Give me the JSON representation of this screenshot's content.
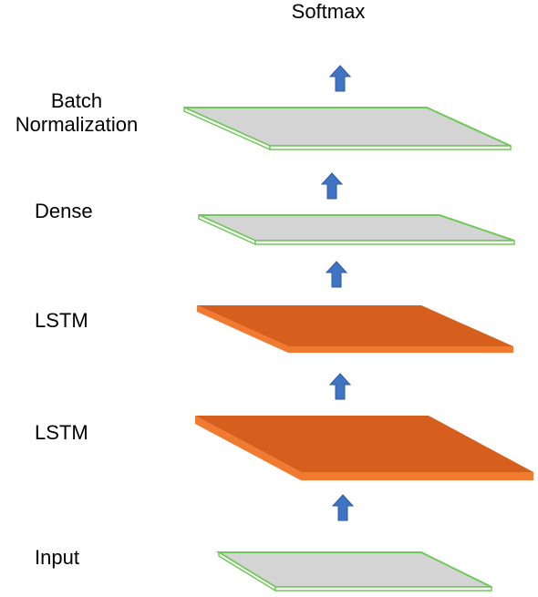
{
  "diagram": {
    "labels": {
      "output": "Softmax",
      "batch_norm": "Batch Normalization",
      "dense": "Dense",
      "lstm_upper": "LSTM",
      "lstm_lower": "LSTM",
      "input": "Input"
    },
    "colors": {
      "thin_layer_fill": "#d4d4d4",
      "thin_layer_stroke": "#70c85a",
      "lstm_face": "#d75f1e",
      "lstm_edge": "#f07a30",
      "arrow": "#3f74c5",
      "text": "#000000"
    }
  }
}
